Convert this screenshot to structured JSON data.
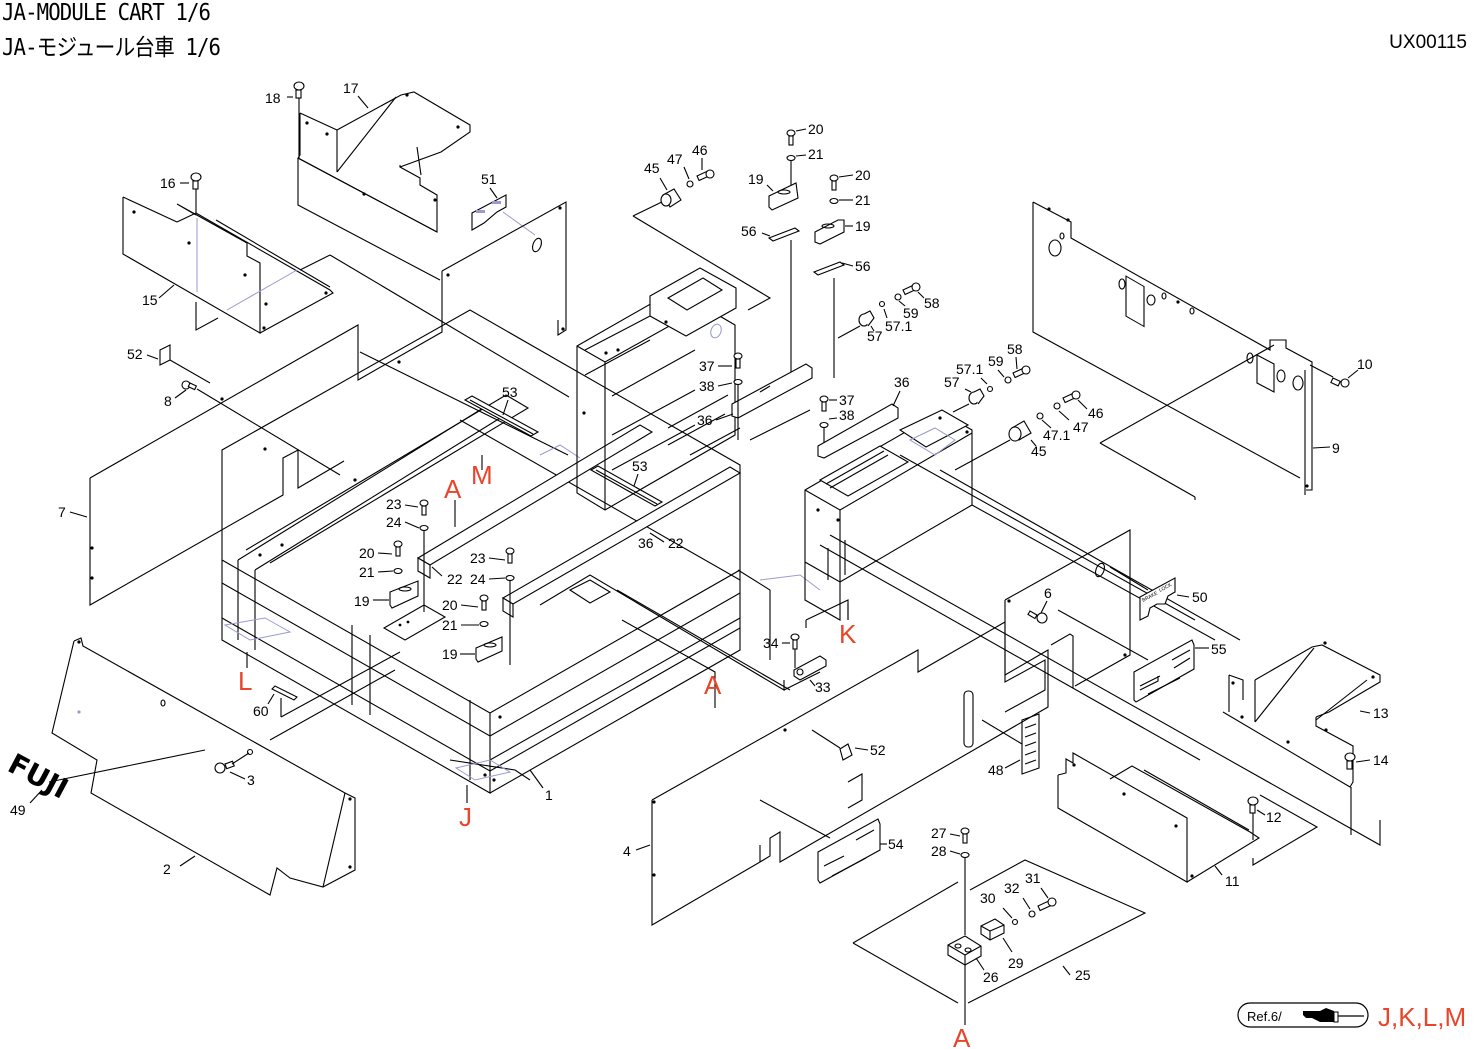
{
  "header": {
    "title_en": "JA-MODULE CART 1/6",
    "title_ja": "JA-モジュール台車 1/6",
    "document_id": "UX00115"
  },
  "reference": {
    "ref_label": "Ref.6/",
    "pointer_icon": "pointing-hand-icon",
    "targets": "J,K,L,M"
  },
  "view_markers": {
    "A1": "A",
    "A2": "A",
    "A3": "A",
    "J": "J",
    "K": "K",
    "L": "L",
    "M": "M"
  },
  "logo": {
    "text": "FUJI"
  },
  "part_labels": {
    "p1": "1",
    "p2": "2",
    "p3": "3",
    "p4": "4",
    "p6": "6",
    "p7": "7",
    "p8": "8",
    "p9": "9",
    "p10": "10",
    "p11": "11",
    "p12": "12",
    "p13": "13",
    "p14": "14",
    "p15": "15",
    "p16": "16",
    "p17": "17",
    "p18": "18",
    "p19a": "19",
    "p19b": "19",
    "p19c": "19",
    "p19d": "19",
    "p20a": "20",
    "p20b": "20",
    "p20c": "20",
    "p20d": "20",
    "p21a": "21",
    "p21b": "21",
    "p21c": "21",
    "p21d": "21",
    "p22a": "22",
    "p22b": "22",
    "p23a": "23",
    "p23b": "23",
    "p24a": "24",
    "p24b": "24",
    "p25": "25",
    "p26": "26",
    "p27": "27",
    "p28": "28",
    "p29": "29",
    "p30": "30",
    "p31": "31",
    "p32": "32",
    "p33": "33",
    "p34": "34",
    "p36a": "36",
    "p36b": "36",
    "p36c": "36",
    "p37a": "37",
    "p37b": "37",
    "p38a": "38",
    "p38b": "38",
    "p45a": "45",
    "p45b": "45",
    "p46a": "46",
    "p46b": "46",
    "p47a": "47",
    "p47b": "47",
    "p471": "47.1",
    "p48": "48",
    "p49": "49",
    "p50": "50",
    "p51": "51",
    "p52a": "52",
    "p52b": "52",
    "p53a": "53",
    "p53b": "53",
    "p54": "54",
    "p55": "55",
    "p56a": "56",
    "p56b": "56",
    "p57a": "57",
    "p57b": "57",
    "p571a": "57.1",
    "p571b": "57.1",
    "p58a": "58",
    "p58b": "58",
    "p59a": "59",
    "p59b": "59",
    "p60": "60"
  }
}
